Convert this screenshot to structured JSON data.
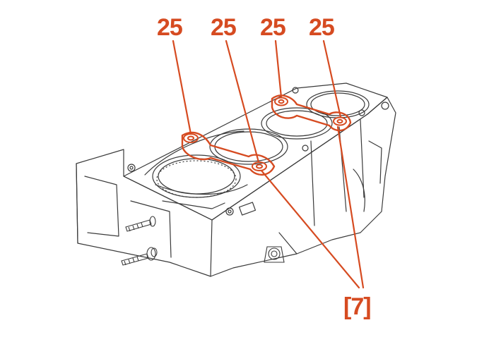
{
  "diagram": {
    "accent_color": "#d64b21",
    "line_color": "#3a3a3a",
    "torque_labels": [
      "25",
      "25",
      "25",
      "25"
    ],
    "reference_label": "[7]"
  }
}
